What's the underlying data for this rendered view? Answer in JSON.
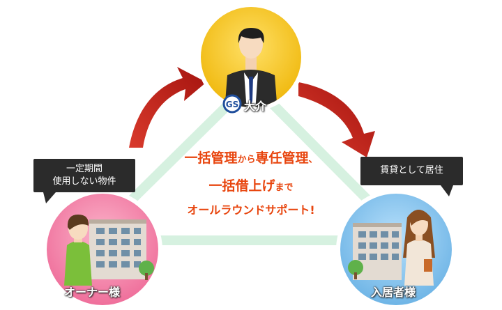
{
  "nodes": {
    "company": {
      "logo_text": "GS",
      "name": "大介"
    },
    "owner": {
      "name": "オーナー様",
      "callout_lines": [
        "一定期間",
        "使用しない物件"
      ]
    },
    "tenant": {
      "name": "入居者様",
      "callout_lines": [
        "賃貸として居住"
      ]
    }
  },
  "center_message": {
    "line1_a": "一括管理",
    "line1_b": "から",
    "line1_c": "専任管理",
    "line1_d": "、",
    "line2_a": "一括借上げ",
    "line2_b": "まで",
    "line3": "オールラウンドサポート!"
  },
  "colors": {
    "company_circle": "#f2c21a",
    "owner_circle": "#f27aa3",
    "tenant_circle": "#7bbde9",
    "triangle": "#d4f0de",
    "arrow": "#c3211c",
    "accent_text": "#e8450e"
  }
}
